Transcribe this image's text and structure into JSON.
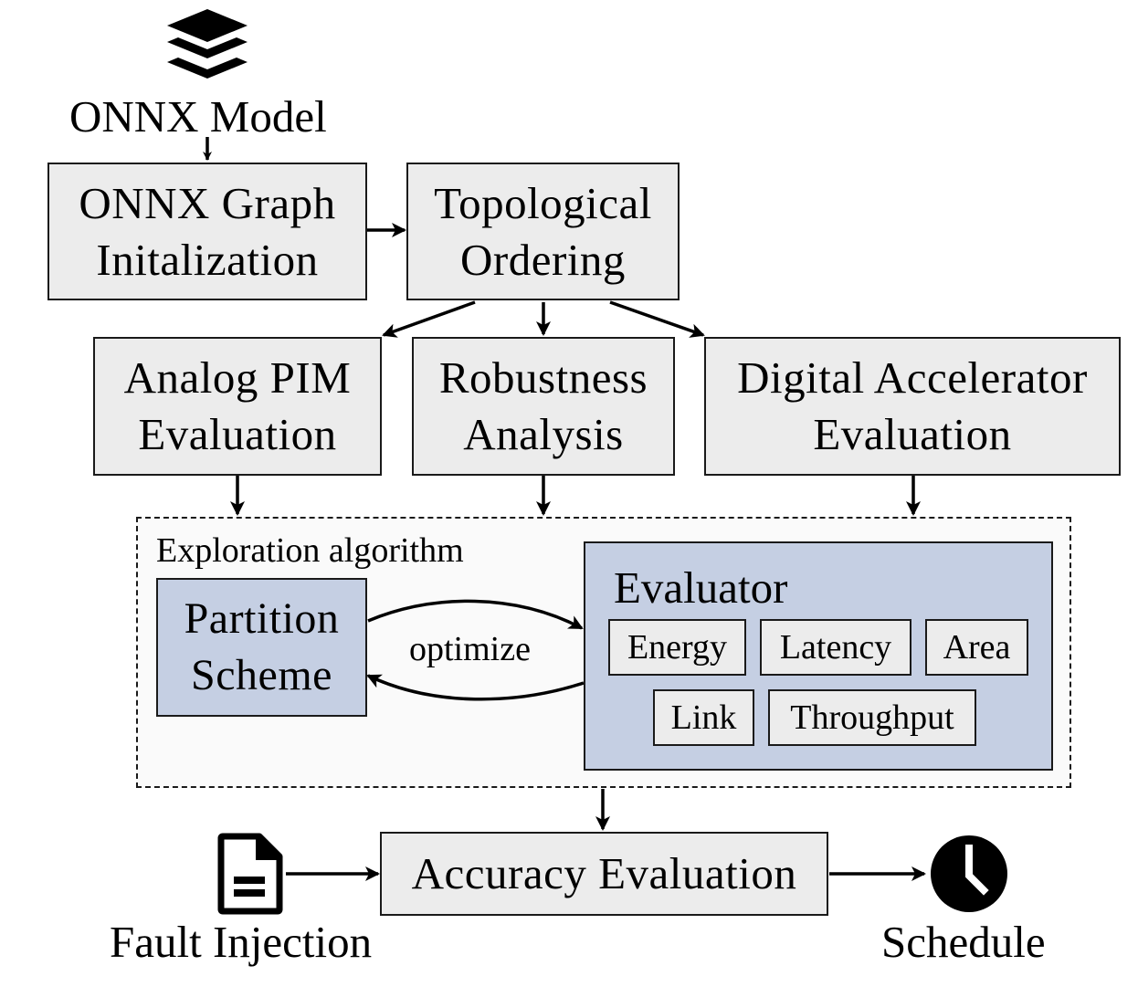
{
  "inputs": {
    "onnx_model_label": "ONNX Model",
    "fault_injection_label": "Fault Injection",
    "schedule_label": "Schedule"
  },
  "stages": {
    "graph_init": [
      "ONNX Graph",
      "Initalization"
    ],
    "topological": [
      "Topological",
      "Ordering"
    ],
    "analog_pim": [
      "Analog PIM",
      "Evaluation"
    ],
    "robustness": [
      "Robustness",
      "Analysis"
    ],
    "digital_accel": [
      "Digital Accelerator",
      "Evaluation"
    ],
    "accuracy": "Accuracy Evaluation"
  },
  "exploration": {
    "title": "Exploration algorithm",
    "partition": [
      "Partition",
      "Scheme"
    ],
    "optimize_label": "optimize",
    "evaluator": {
      "title": "Evaluator",
      "metrics": [
        "Energy",
        "Latency",
        "Area",
        "Link",
        "Throughput"
      ]
    }
  },
  "icons": {
    "model": "layers-stack-icon",
    "fault": "document-icon",
    "schedule": "clock-icon"
  },
  "colors": {
    "box_fill": "#ececec",
    "evaluator_fill": "#c5cfe3",
    "stroke": "#1a1a1a"
  }
}
